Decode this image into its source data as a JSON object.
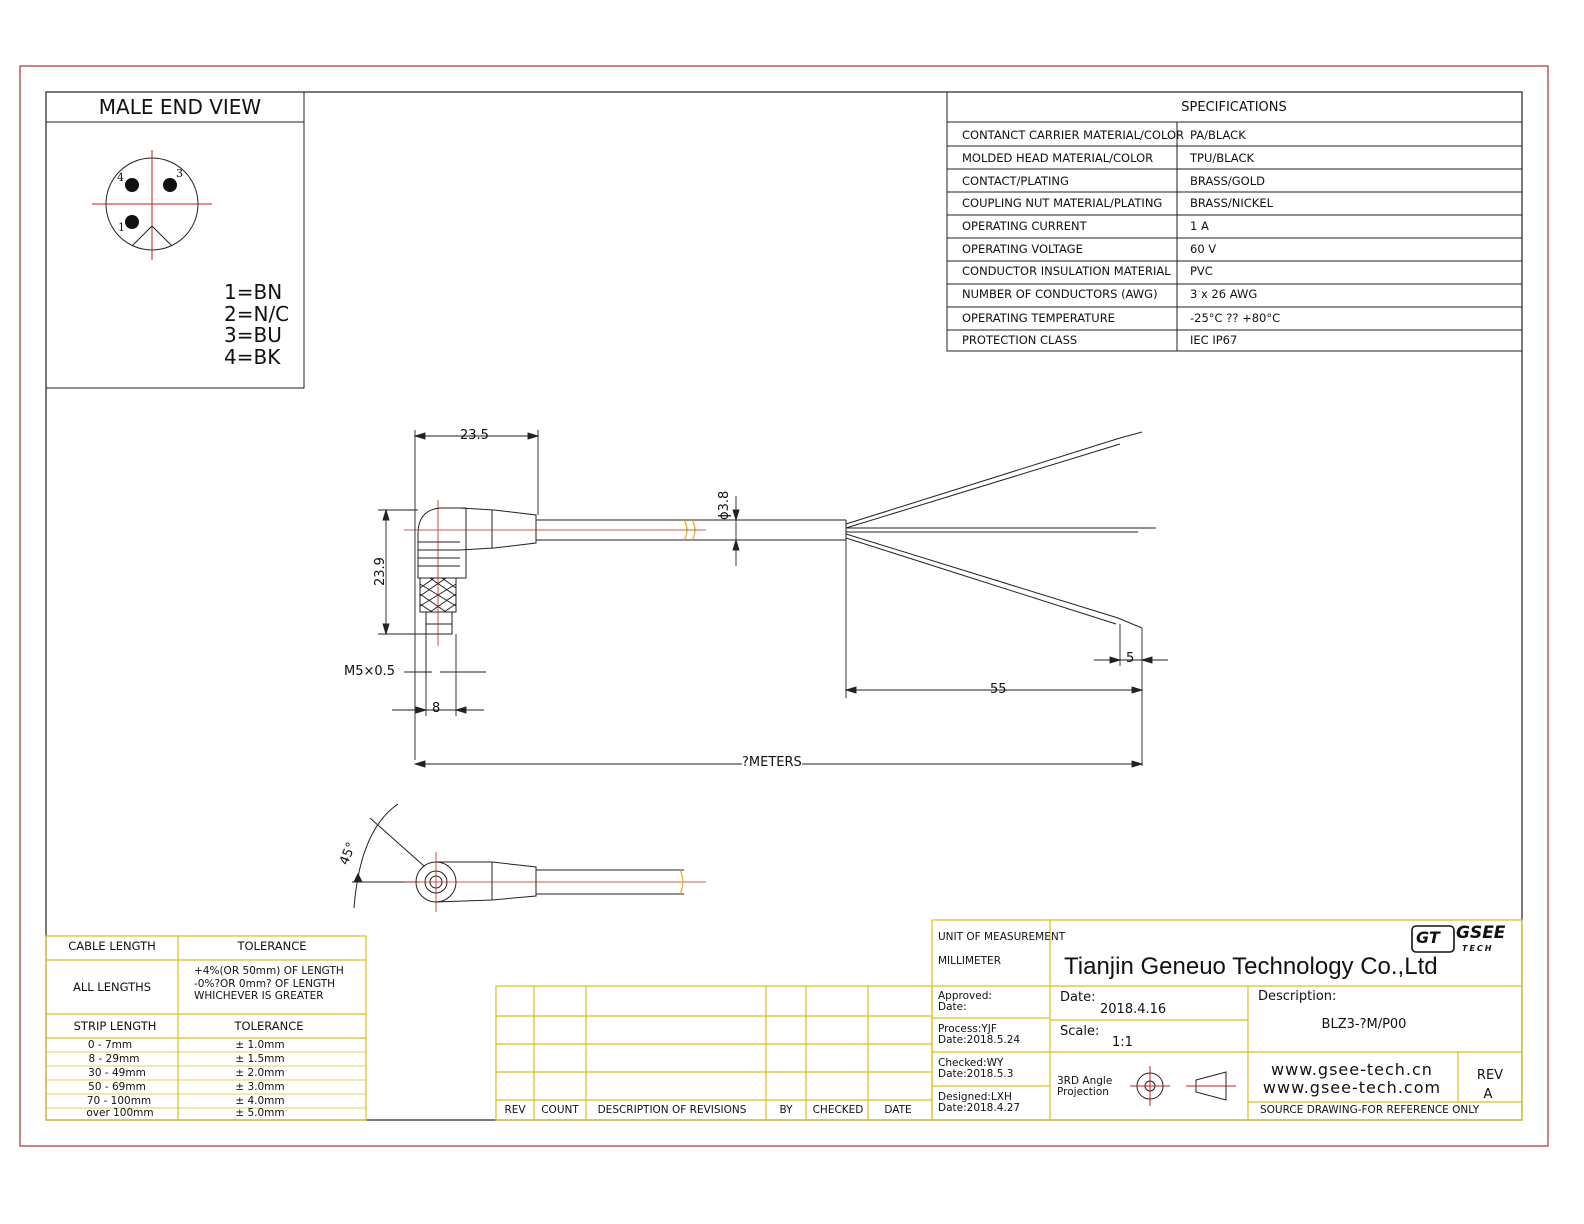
{
  "end_view": {
    "title": "MALE END VIEW",
    "pin_labels": [
      "4",
      "3",
      "1"
    ],
    "pinout": [
      "1=BN",
      "2=N/C",
      "3=BU",
      "4=BK"
    ]
  },
  "specifications": {
    "title": "SPECIFICATIONS",
    "rows": [
      {
        "label": "CONTANCT CARRIER MATERIAL/COLOR",
        "value": "PA/BLACK"
      },
      {
        "label": "MOLDED HEAD MATERIAL/COLOR",
        "value": "TPU/BLACK"
      },
      {
        "label": "CONTACT/PLATING",
        "value": "BRASS/GOLD"
      },
      {
        "label": "COUPLING NUT MATERIAL/PLATING",
        "value": "BRASS/NICKEL"
      },
      {
        "label": "OPERATING CURRENT",
        "value": "1 A"
      },
      {
        "label": "OPERATING VOLTAGE",
        "value": "60 V"
      },
      {
        "label": "CONDUCTOR INSULATION MATERIAL",
        "value": "PVC"
      },
      {
        "label": "NUMBER OF CONDUCTORS (AWG)",
        "value": "3 x 26 AWG"
      },
      {
        "label": "OPERATING TEMPERATURE",
        "value": "-25°C ?? +80°C"
      },
      {
        "label": "PROTECTION CLASS",
        "value": "IEC   IP67"
      }
    ]
  },
  "dimensions": {
    "d235": "23.5",
    "d239": "23.9",
    "dia": "ϕ3.8",
    "thread": "M5×0.5",
    "d8": "8",
    "d5": "5",
    "d55": "55",
    "length": "?METERS",
    "angle": "45°"
  },
  "tolerance": {
    "cable_header": "CABLE LENGTH",
    "tol_header": "TOLERANCE",
    "all_lengths": "ALL LENGTHS",
    "all_tol": [
      "+4%(OR 50mm) OF LENGTH",
      "-0%?OR 0mm? OF LENGTH",
      "WHICHEVER  IS  GREATER"
    ],
    "strip_header": "STRIP LENGTH",
    "strip_tol_header": "TOLERANCE",
    "strip_rows": [
      {
        "range": "0 - 7mm",
        "tol": "± 1.0mm"
      },
      {
        "range": "8 - 29mm",
        "tol": "± 1.5mm"
      },
      {
        "range": "30 - 49mm",
        "tol": "± 2.0mm"
      },
      {
        "range": "50 - 69mm",
        "tol": "± 3.0mm"
      },
      {
        "range": "70 - 100mm",
        "tol": "± 4.0mm"
      },
      {
        "range": "over 100mm",
        "tol": "± 5.0mm"
      }
    ]
  },
  "revisions": {
    "headers": [
      "REV",
      "COUNT",
      "DESCRIPTION  OF  REVISIONS",
      "BY",
      "CHECKED",
      "DATE"
    ]
  },
  "title_block": {
    "unit_label": "UNIT OF MEASUREMENT",
    "unit_value": "MILLIMETER",
    "company": "Tianjin Geneuo Technology Co.,Ltd",
    "logo_mark": "GT",
    "logo_text": "GSEE",
    "logo_sub": "TECH",
    "approved": [
      "Approved:",
      "Date:"
    ],
    "process": [
      "Process:YJF",
      "Date:2018.5.24"
    ],
    "checked": [
      "Checked:WY",
      "Date:2018.5.3"
    ],
    "designed": [
      "Designed:LXH",
      "Date:2018.4.27"
    ],
    "date_label": "Date:",
    "date_value": "2018.4.16",
    "scale_label": "Scale:",
    "scale_value": "1:1",
    "projection": [
      "3RD Angle",
      "Projection"
    ],
    "desc_label": "Description:",
    "desc_value": "BLZ3-?M/P00",
    "websites": [
      "www.gsee-tech.cn",
      "www.gsee-tech.com"
    ],
    "source_note": "SOURCE DRAWING-FOR REFERENCE ONLY",
    "rev_label": "REV",
    "rev_value": "A"
  }
}
